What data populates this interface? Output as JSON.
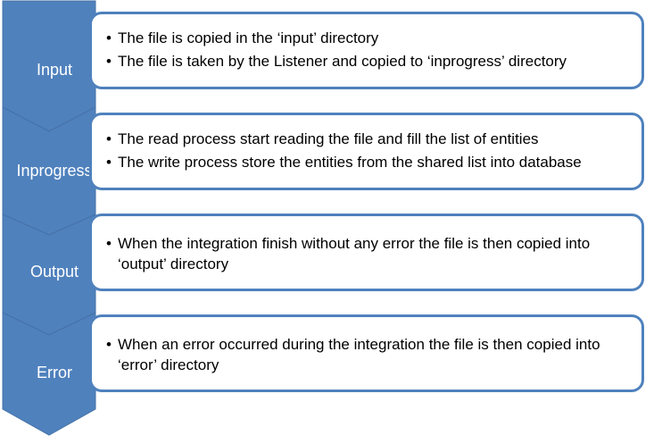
{
  "colors": {
    "chevron_fill": "#4F81BD",
    "box_border": "#4F81BD",
    "label_text": "#FFFFFF",
    "body_text": "#000000"
  },
  "stages": [
    {
      "label": "Input",
      "bullets": [
        "The file is copied in the ‘input’ directory",
        "The file is taken by the Listener and copied to ‘inprogress’ directory"
      ]
    },
    {
      "label": "Inprogress",
      "bullets": [
        "The read process start reading the file and fill the list of entities",
        "The write process store the entities from the shared list into database"
      ]
    },
    {
      "label": "Output",
      "bullets": [
        "When the integration finish without any error the file is then copied into ‘output’ directory"
      ]
    },
    {
      "label": "Error",
      "bullets": [
        "When an error occurred during the integration the file is then copied into ‘error’ directory"
      ]
    }
  ]
}
